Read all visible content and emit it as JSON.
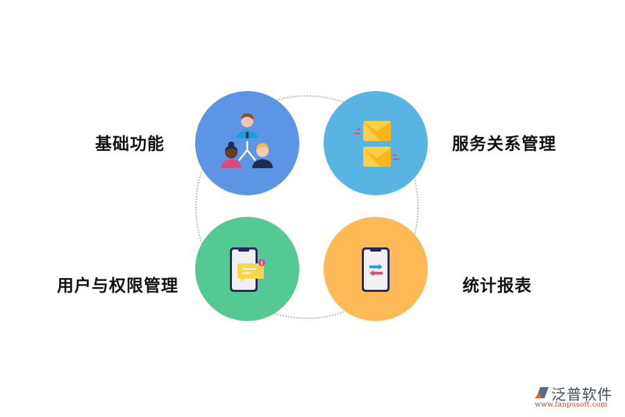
{
  "diagram": {
    "type": "four-quadrant feature overview",
    "items": [
      {
        "label": "基础功能",
        "color": "#5c95e3",
        "icon": "people-hierarchy-icon",
        "position": "top-left"
      },
      {
        "label": "服务关系管理",
        "color": "#58b4e2",
        "icon": "envelopes-icon",
        "position": "top-right"
      },
      {
        "label": "用户与权限管理",
        "color": "#55c993",
        "icon": "phone-message-icon",
        "position": "bottom-left"
      },
      {
        "label": "统计报表",
        "color": "#ffb957",
        "icon": "phone-transfer-icon",
        "position": "bottom-right"
      }
    ],
    "connector": {
      "style": "dotted circle",
      "color": "#b8b8b8"
    }
  },
  "logo": {
    "name": "泛普软件",
    "url": "www.fanpusoft.com"
  }
}
